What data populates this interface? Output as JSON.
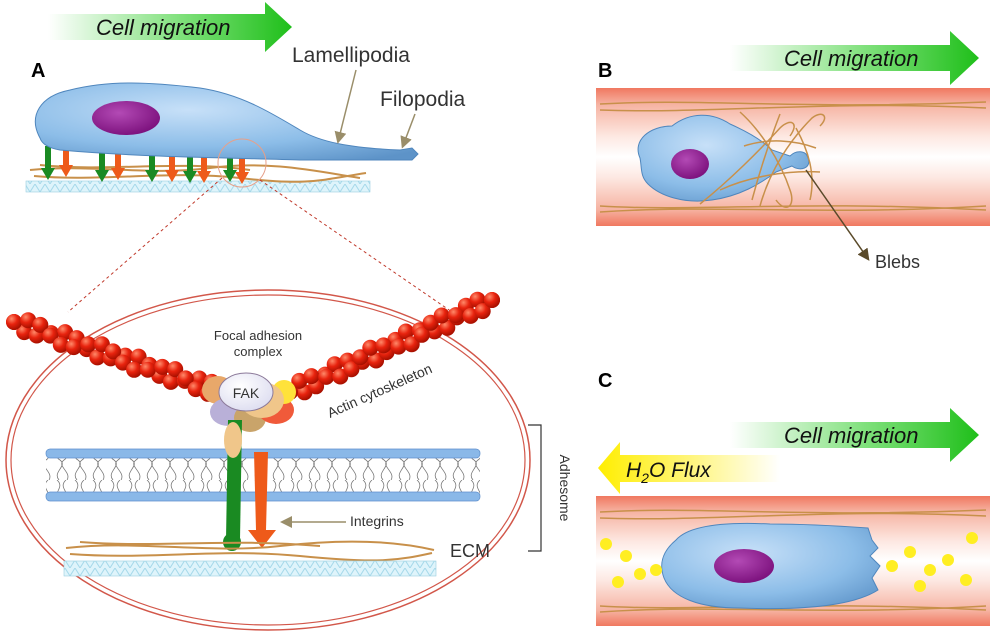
{
  "panels": {
    "a": "A",
    "b": "B",
    "c": "C"
  },
  "arrows": {
    "a_migration": "Cell migration",
    "b_migration": "Cell migration",
    "c_migration": "Cell migration",
    "c_flux_main": "H",
    "c_flux_sub": "2",
    "c_flux_rest": "O Flux"
  },
  "labels": {
    "lamellipodia": "Lamellipodia",
    "filopodia": "Filopodia",
    "focal_adhesion_line1": "Focal adhesion",
    "focal_adhesion_line2": "complex",
    "fak": "FAK",
    "actin": "Actin cytoskeleton",
    "adhesome": "Adhesome",
    "integrins": "Integrins",
    "ecm": "ECM",
    "blebs": "Blebs"
  },
  "colors": {
    "migration_green": "#22c41e",
    "flux_yellow": "#fff200",
    "cell_blue": "#86b9e6",
    "nucleus_purple": "#8b1a8c",
    "actin_red": "#e8230e",
    "integrin_green": "#1a8a22",
    "integrin_orange": "#ee5a1a",
    "vessel_red": "#f08a72",
    "ecm_fiber": "#c8904a"
  }
}
